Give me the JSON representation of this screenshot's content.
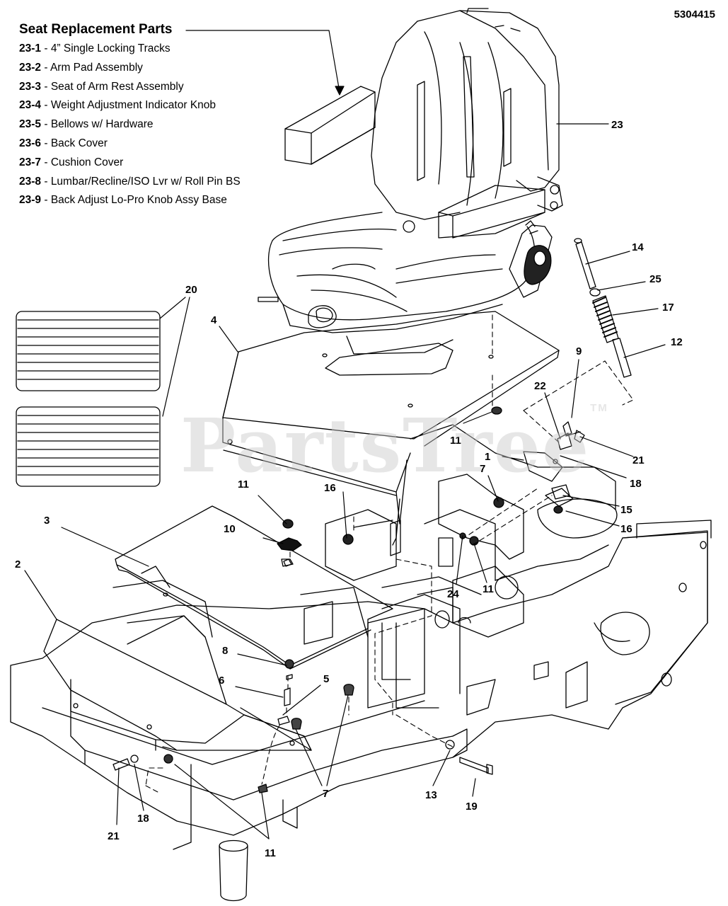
{
  "diagram_id": "5304415",
  "legend": {
    "title": "Seat Replacement Parts",
    "items": [
      {
        "code": "23-1",
        "desc": "4” Single Locking Tracks"
      },
      {
        "code": "23-2",
        "desc": "Arm Pad Assembly"
      },
      {
        "code": "23-3",
        "desc": "Seat of Arm Rest Assembly"
      },
      {
        "code": "23-4",
        "desc": "Weight Adjustment Indicator Knob"
      },
      {
        "code": "23-5",
        "desc": "Bellows w/ Hardware"
      },
      {
        "code": "23-6",
        "desc": "Back Cover"
      },
      {
        "code": "23-7",
        "desc": "Cushion Cover"
      },
      {
        "code": "23-8",
        "desc": "Lumbar/Recline/ISO Lvr w/ Roll Pin BS"
      },
      {
        "code": "23-9",
        "desc": "Back Adjust Lo-Pro Knob Assy Base"
      }
    ]
  },
  "watermark": {
    "text": "PartsTree",
    "tm": "TM"
  },
  "callouts": {
    "c23": "23",
    "c14": "14",
    "c25": "25",
    "c17": "17",
    "c12": "12",
    "c20": "20",
    "c4": "4",
    "c9": "9",
    "c22": "22",
    "c21_right": "21",
    "c1": "1",
    "c18_right": "18",
    "c7_upper": "7",
    "c15": "15",
    "c16_right": "16",
    "c11_center": "11",
    "c16_center": "16",
    "c11_left": "11",
    "c10": "10",
    "c3": "3",
    "c2": "2",
    "c24": "24",
    "c11_right": "11",
    "c8": "8",
    "c6": "6",
    "c5": "5",
    "c7_lower": "7",
    "c13": "13",
    "c19": "19",
    "c21_left": "21",
    "c18_left": "18",
    "c11_bottom": "11"
  }
}
